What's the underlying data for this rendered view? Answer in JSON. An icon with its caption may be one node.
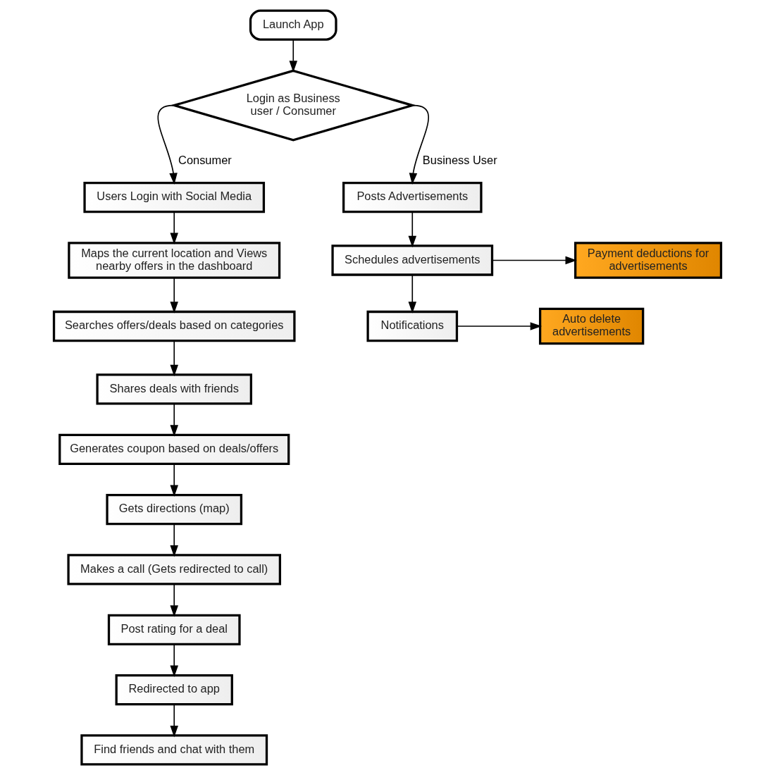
{
  "diagram": {
    "nodes": [
      {
        "text": [
          "Launch App"
        ]
      },
      {
        "text": [
          "Login as Business user / Consumer"
        ]
      },
      {
        "text": [
          "Users Login with Social Media"
        ]
      },
      {
        "text": [
          "Maps the current location and Views nearby offers in the dashboard"
        ]
      },
      {
        "text": [
          "Searches offers/deals based on categories"
        ]
      },
      {
        "text": [
          "Shares deals with friends"
        ]
      },
      {
        "text": [
          "Generates coupon based on deals/offers"
        ]
      },
      {
        "text": [
          "Gets directions (map)"
        ]
      },
      {
        "text": [
          "Makes a call (Gets redirected to call)"
        ]
      },
      {
        "text": [
          "Post rating for a deal"
        ]
      },
      {
        "text": [
          "Redirected to app"
        ]
      },
      {
        "text": [
          "Find friends and chat with them"
        ]
      },
      {
        "text": [
          "Posts Advertisements"
        ]
      },
      {
        "text": [
          "Schedules advertisements"
        ]
      },
      {
        "text": [
          "Payment deductions for advertisements"
        ]
      },
      {
        "text": [
          "Notifications"
        ]
      },
      {
        "text": [
          "Auto delete advertisements"
        ]
      }
    ],
    "edges": [
      {
        "from": 0,
        "to": 1,
        "arrow": "to"
      },
      {
        "from": 1,
        "to": 2,
        "arrow": "to",
        "label": "Consumer"
      },
      {
        "from": 1,
        "to": 12,
        "arrow": "to",
        "label": "Business User"
      },
      {
        "from": 2,
        "to": 3,
        "arrow": "to"
      },
      {
        "from": 3,
        "to": 4,
        "arrow": "to"
      },
      {
        "from": 4,
        "to": 5,
        "arrow": "to"
      },
      {
        "from": 5,
        "to": 6,
        "arrow": "to"
      },
      {
        "from": 6,
        "to": 7,
        "arrow": "to"
      },
      {
        "from": 7,
        "to": 8,
        "arrow": "to"
      },
      {
        "from": 8,
        "to": 9,
        "arrow": "to"
      },
      {
        "from": 9,
        "to": 10,
        "arrow": "to"
      },
      {
        "from": 10,
        "to": 11,
        "arrow": "to"
      },
      {
        "from": 12,
        "to": 13,
        "arrow": "to"
      },
      {
        "from": 13,
        "to": 14,
        "arrow": "to"
      },
      {
        "from": 13,
        "to": 15,
        "arrow": "to"
      },
      {
        "from": 15,
        "to": 16,
        "arrow": "to"
      }
    ]
  }
}
